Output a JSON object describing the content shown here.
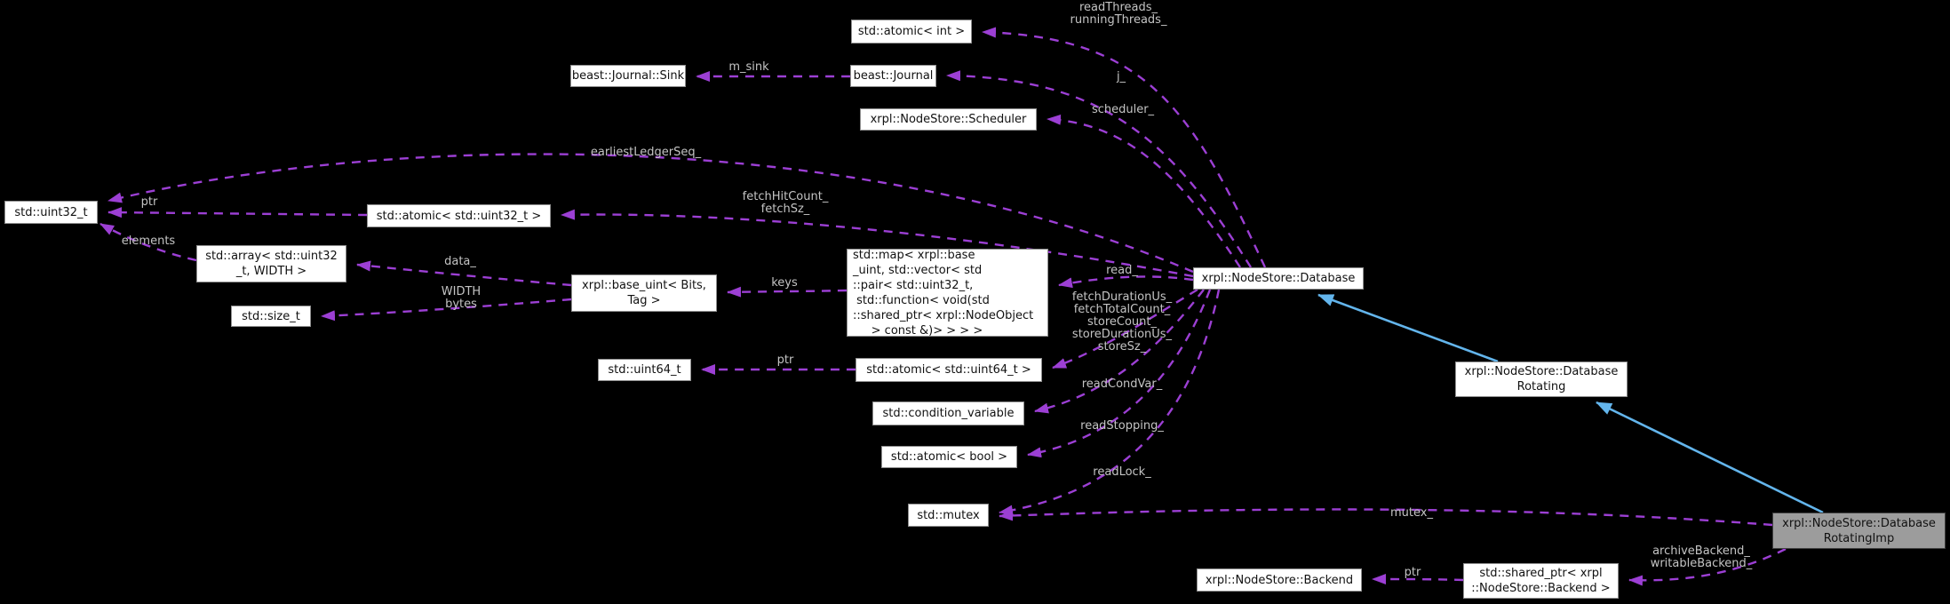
{
  "diagram": {
    "type": "doxygen-collaboration-graph",
    "background_color": "#000000",
    "usage_edge_color": "#9c3fd4",
    "inheritance_edge_color": "#63b5ec",
    "edge_label_color": "#c4c4c4",
    "node_fill": "#ffffff",
    "node_border": "#8f8f8f",
    "highlighted_node_fill": "#9c9c9c"
  },
  "nodes": [
    {
      "id": "atomic-int",
      "label": "std::atomic< int >"
    },
    {
      "id": "journal-sink",
      "label": "beast::Journal::Sink"
    },
    {
      "id": "journal",
      "label": "beast::Journal"
    },
    {
      "id": "scheduler",
      "label": "xrpl::NodeStore::Scheduler"
    },
    {
      "id": "uint32",
      "label": "std::uint32_t"
    },
    {
      "id": "atomic-uint32",
      "label": "std::atomic< std::uint32_t >"
    },
    {
      "id": "array-uint32-width",
      "label": "std::array< std::uint32\n_t, WIDTH >"
    },
    {
      "id": "size-t",
      "label": "std::size_t"
    },
    {
      "id": "base-uint",
      "label": "xrpl::base_uint< Bits,\nTag >"
    },
    {
      "id": "map-nodeobject",
      "label": "std::map< xrpl::base\n_uint, std::vector< std\n::pair< std::uint32_t,\n std::function< void(std\n::shared_ptr< xrpl::NodeObject\n     > const &)> > > >"
    },
    {
      "id": "database",
      "label": "xrpl::NodeStore::Database"
    },
    {
      "id": "uint64",
      "label": "std::uint64_t"
    },
    {
      "id": "atomic-uint64",
      "label": "std::atomic< std::uint64_t >"
    },
    {
      "id": "condition-variable",
      "label": "std::condition_variable"
    },
    {
      "id": "atomic-bool",
      "label": "std::atomic< bool >"
    },
    {
      "id": "mutex",
      "label": "std::mutex"
    },
    {
      "id": "database-rotating",
      "label": "xrpl::NodeStore::Database\nRotating"
    },
    {
      "id": "database-rotating-imp",
      "label": "xrpl::NodeStore::Database\nRotatingImp",
      "highlight": true
    },
    {
      "id": "backend",
      "label": "xrpl::NodeStore::Backend"
    },
    {
      "id": "shared-ptr-backend",
      "label": "std::shared_ptr< xrpl\n::NodeStore::Backend >"
    }
  ],
  "edge_labels": [
    {
      "id": "read-threads",
      "text": "readThreads_\nrunningThreads_"
    },
    {
      "id": "m-sink",
      "text": "m_sink"
    },
    {
      "id": "j",
      "text": "j_"
    },
    {
      "id": "scheduler",
      "text": "scheduler_"
    },
    {
      "id": "earliest-ledger",
      "text": "earliestLedgerSeq_"
    },
    {
      "id": "fetch-hit",
      "text": "fetchHitCount_\nfetchSz_"
    },
    {
      "id": "ptr-uint32",
      "text": "ptr"
    },
    {
      "id": "elements",
      "text": "elements"
    },
    {
      "id": "data",
      "text": "data_"
    },
    {
      "id": "width-bytes",
      "text": "WIDTH\nbytes"
    },
    {
      "id": "keys",
      "text": "keys"
    },
    {
      "id": "read",
      "text": "read_"
    },
    {
      "id": "store-counters",
      "text": "fetchDurationUs_\nfetchTotalCount_\nstoreCount_\nstoreDurationUs_\nstoreSz_"
    },
    {
      "id": "read-cond-var",
      "text": "readCondVar_"
    },
    {
      "id": "read-stopping",
      "text": "readStopping_"
    },
    {
      "id": "read-lock",
      "text": "readLock_"
    },
    {
      "id": "mutex",
      "text": "mutex_"
    },
    {
      "id": "archive-backend",
      "text": "archiveBackend_\nwritableBackend_"
    },
    {
      "id": "ptr-backend",
      "text": "ptr"
    },
    {
      "id": "ptr-uint64",
      "text": "ptr"
    }
  ]
}
